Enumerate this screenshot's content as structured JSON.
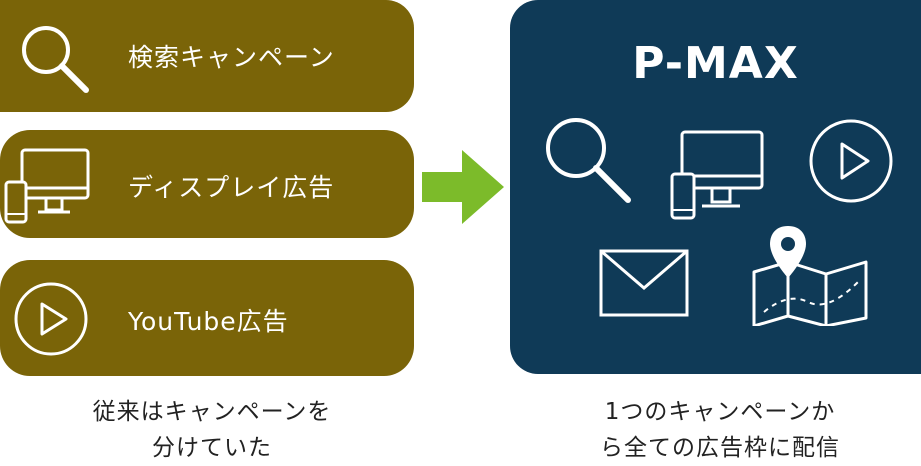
{
  "channels": [
    {
      "label": "検索キャンペーン",
      "icon": "search-icon"
    },
    {
      "label": "ディスプレイ広告",
      "icon": "desktop-mobile-icon"
    },
    {
      "label": "YouTube広告",
      "icon": "play-icon"
    }
  ],
  "pmax": {
    "title": "P-MAX",
    "icons": [
      "search-icon",
      "desktop-mobile-icon",
      "play-icon",
      "mail-icon",
      "map-pin-icon"
    ]
  },
  "captions": {
    "left_line1": "従来はキャンペーンを",
    "left_line2": "分けていた",
    "right_line1": "1つのキャンペーンか",
    "right_line2": "ら全ての広告枠に配信"
  },
  "colors": {
    "card_bg": "#7a6408",
    "pmax_bg": "#0f3a57",
    "arrow": "#7cbb2a"
  }
}
